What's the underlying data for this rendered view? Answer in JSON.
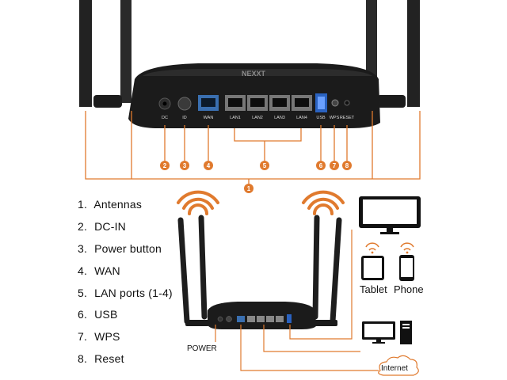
{
  "router_top": {
    "brand": "NEXXT",
    "ports": [
      {
        "label": "DC",
        "badge": "2"
      },
      {
        "label": "ID",
        "badge": "3"
      },
      {
        "label": "WAN",
        "badge": "4"
      },
      {
        "label": "LAN1",
        "badge": ""
      },
      {
        "label": "LAN2",
        "badge": ""
      },
      {
        "label": "LAN3",
        "badge": ""
      },
      {
        "label": "LAN4",
        "badge": ""
      },
      {
        "label": "USB",
        "badge": "6"
      },
      {
        "label": "WPS",
        "badge": "7"
      },
      {
        "label": "RESET",
        "badge": "8"
      }
    ],
    "lan_group_badge": "5",
    "antenna_badge": "1"
  },
  "legend": [
    {
      "num": "1.",
      "text": "Antennas"
    },
    {
      "num": "2.",
      "text": "DC-IN"
    },
    {
      "num": "3.",
      "text": "Power button"
    },
    {
      "num": "4.",
      "text": "WAN"
    },
    {
      "num": "5.",
      "text": "LAN ports (1-4)"
    },
    {
      "num": "6.",
      "text": "USB"
    },
    {
      "num": "7.",
      "text": "WPS"
    },
    {
      "num": "8.",
      "text": "Reset"
    }
  ],
  "devices": {
    "tablet": "Tablet",
    "phone": "Phone",
    "power": "POWER",
    "internet": "Internet"
  },
  "colors": {
    "accent": "#e07a2e",
    "router": "#1a1a1a",
    "badge": "#e07a2e"
  }
}
